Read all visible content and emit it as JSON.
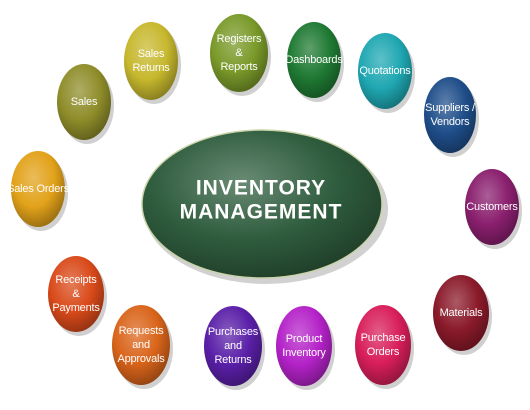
{
  "center": {
    "lines": [
      "INVENTORY",
      "MANAGEMENT"
    ],
    "color": "#2f5d3e"
  },
  "nodes": [
    {
      "id": "sales-returns",
      "lines": [
        "Sales",
        "Returns"
      ],
      "color": "#c7b82e"
    },
    {
      "id": "registers-reports",
      "lines": [
        "Registers",
        "&",
        "Reports"
      ],
      "color": "#7a9a2a"
    },
    {
      "id": "dashboards",
      "lines": [
        "Dashboards"
      ],
      "color": "#1f7a33"
    },
    {
      "id": "quotations",
      "lines": [
        "Quotations"
      ],
      "color": "#1fa7b2"
    },
    {
      "id": "suppliers-vendors",
      "lines": [
        "Suppliers /",
        "Vendors"
      ],
      "color": "#1f4e8a"
    },
    {
      "id": "customers",
      "lines": [
        "Customers"
      ],
      "color": "#8a1f6e"
    },
    {
      "id": "materials",
      "lines": [
        "Materials"
      ],
      "color": "#8a1a2a"
    },
    {
      "id": "purchase-orders",
      "lines": [
        "Purchase",
        "Orders"
      ],
      "color": "#d81e5b"
    },
    {
      "id": "product-inventory",
      "lines": [
        "Product",
        "Inventory"
      ],
      "color": "#b422c8"
    },
    {
      "id": "purchases-returns",
      "lines": [
        "Purchases",
        "and",
        "Returns"
      ],
      "color": "#5a1fa8"
    },
    {
      "id": "requests-approvals",
      "lines": [
        "Requests",
        "and",
        "Approvals"
      ],
      "color": "#d9641a"
    },
    {
      "id": "receipts-payments",
      "lines": [
        "Receipts",
        "&",
        "Payments"
      ],
      "color": "#d94a1a"
    },
    {
      "id": "sales-orders",
      "lines": [
        "Sales Orders"
      ],
      "color": "#e2a21a"
    },
    {
      "id": "sales",
      "lines": [
        "Sales"
      ],
      "color": "#8f8d2a"
    }
  ]
}
